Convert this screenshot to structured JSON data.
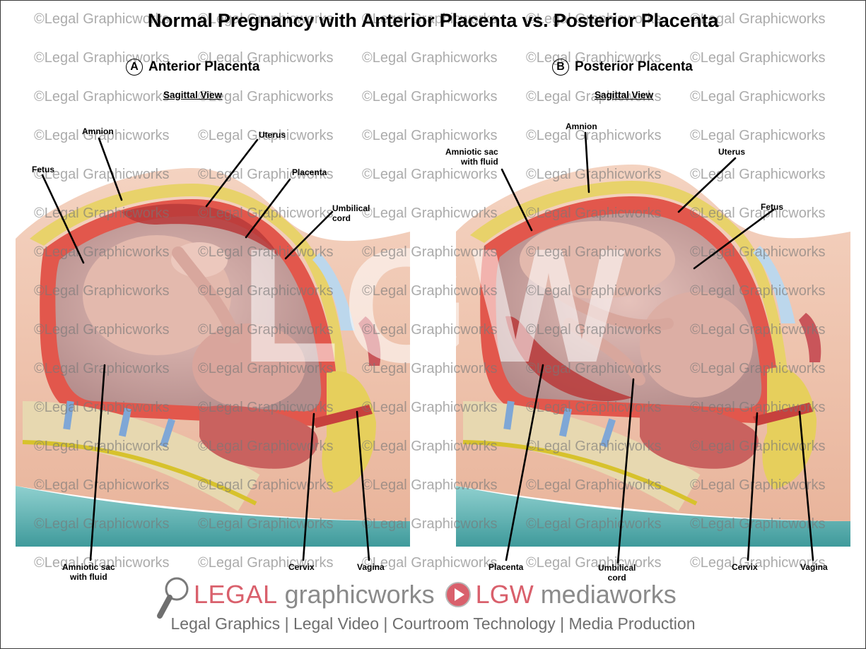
{
  "title": "Normal Pregnancy with Anterior Placenta vs. Posterior Placenta",
  "watermark_text": "©Legal Graphicworks",
  "overlay_watermark": "LGW",
  "panels": {
    "a": {
      "letter": "A",
      "heading": "Anterior Placenta",
      "subheading": "Sagittal View",
      "labels": {
        "amnion": "Amnion",
        "uterus": "Uterus",
        "fetus": "Fetus",
        "placenta": "Placenta",
        "umbilical_cord_1": "Umbilical",
        "umbilical_cord_2": "cord",
        "amniotic_sac_1": "Amniotic sac",
        "amniotic_sac_2": "with fluid",
        "cervix": "Cervix",
        "vagina": "Vagina"
      }
    },
    "b": {
      "letter": "B",
      "heading": "Posterior Placenta",
      "subheading": "Sagittal View",
      "labels": {
        "amnion": "Amnion",
        "amniotic_sac_1": "Amniotic sac",
        "amniotic_sac_2": "with fluid",
        "uterus": "Uterus",
        "fetus": "Fetus",
        "placenta": "Placenta",
        "umbilical_cord_1": "Umbilical",
        "umbilical_cord_2": "cord",
        "cervix": "Cervix",
        "vagina": "Vagina"
      }
    }
  },
  "footer": {
    "brand1_strong": "LEGAL",
    "brand1_light": "graphicworks",
    "brand2_strong": "LGW",
    "brand2_light": "mediaworks",
    "tagline": "Legal Graphics | Legal Video | Courtroom Technology | Media Production"
  },
  "colors": {
    "brand_red": "#d9606c",
    "brand_gray": "#8a8a8a",
    "uterus_muscle": "#e2574c",
    "fat_layer": "#e8d26a",
    "skin": "#f2c9b3",
    "table": "#4fa7a8"
  }
}
